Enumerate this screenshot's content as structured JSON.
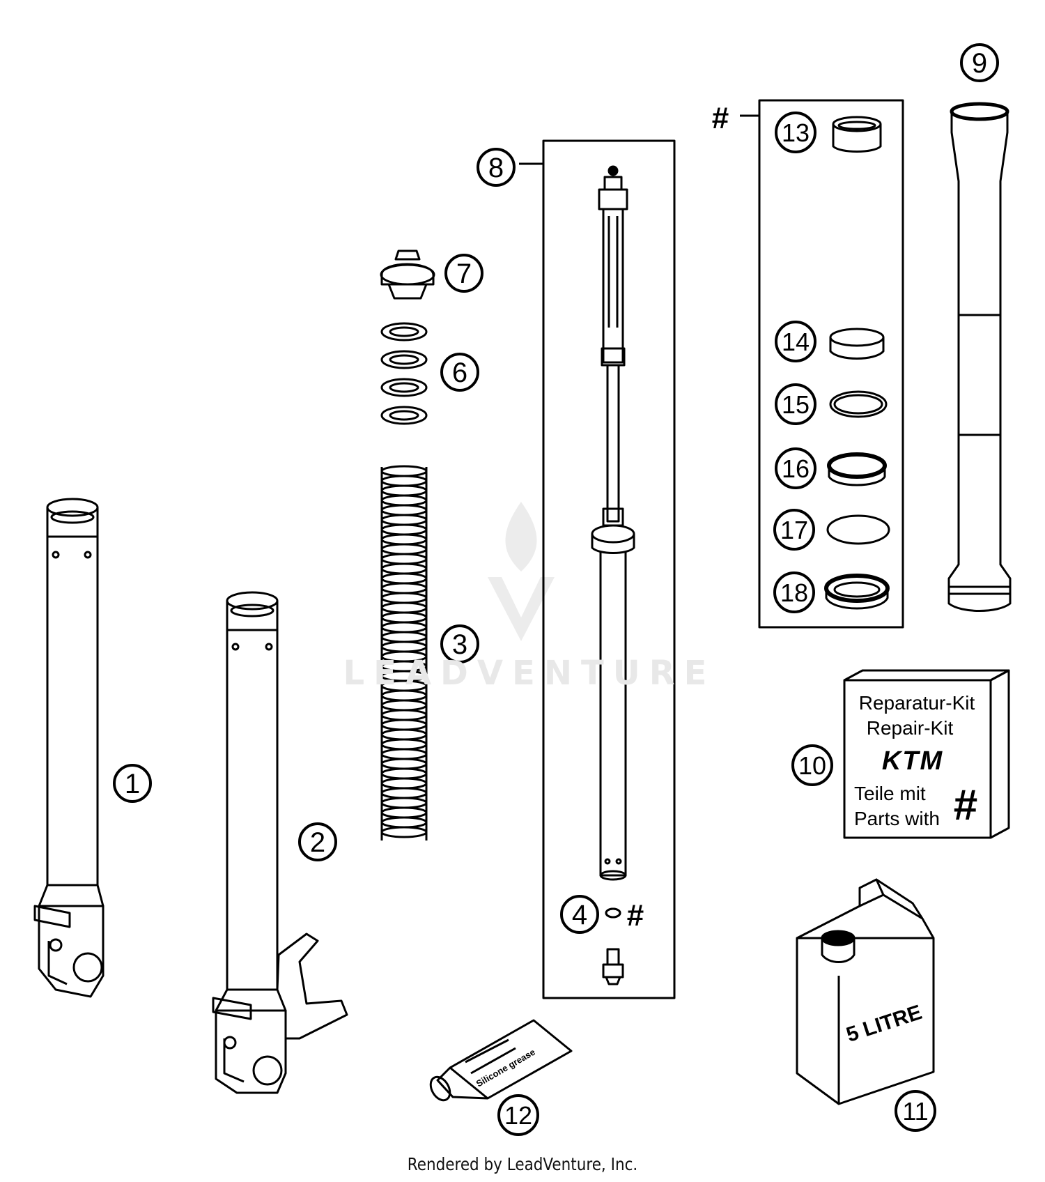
{
  "callouts": [
    "1",
    "2",
    "3",
    "4",
    "6",
    "7",
    "8",
    "9",
    "10",
    "11",
    "12",
    "13",
    "14",
    "15",
    "16",
    "17",
    "18"
  ],
  "kit_marker": "#",
  "repair_kit": {
    "line1": "Reparatur-Kit",
    "line2": "Repair-Kit",
    "brand": "KTM",
    "line3": "Teile mit",
    "line4": "Parts with",
    "marker": "#"
  },
  "oil_can_label": "5 LITRE",
  "grease_tube_label": "Silicone grease",
  "watermark": "LEADVENTURE",
  "footer": "Rendered by LeadVenture, Inc."
}
